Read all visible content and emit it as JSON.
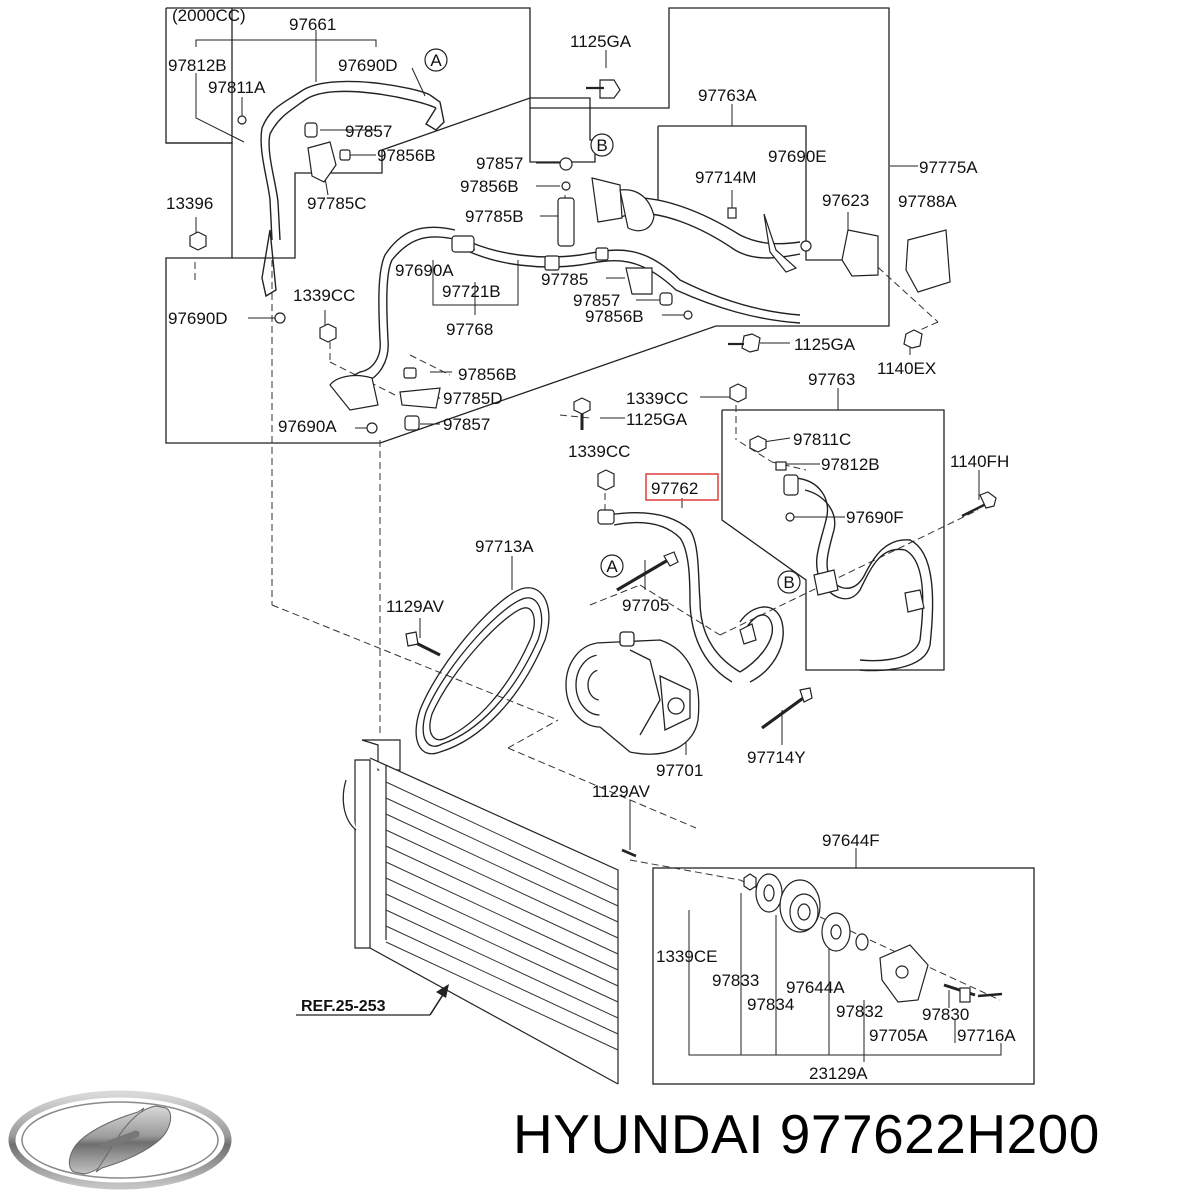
{
  "diagram": {
    "variant_label": "(2000CC)",
    "highlight_color": "#e34a4a",
    "callouts": {
      "c97661": "97661",
      "c97812B_top": "97812B",
      "c97690D_top": "97690D",
      "c97811A": "97811A",
      "c97857_a": "97857",
      "c97856B_a": "97856B",
      "c97785C": "97785C",
      "c13396": "13396",
      "c97690D_left": "97690D",
      "c1339CC_a": "1339CC",
      "c97690A_a": "97690A",
      "c97721B": "97721B",
      "c97768": "97768",
      "c97856B_b": "97856B",
      "c97785D": "97785D",
      "c97857_b": "97857",
      "c97690A_b": "97690A",
      "c1125GA_top": "1125GA",
      "c97763A": "97763A",
      "c97690E": "97690E",
      "c97714M": "97714M",
      "c97857_c": "97857",
      "c97856B_c": "97856B",
      "c97785B": "97785B",
      "c97623": "97623",
      "c97775A": "97775A",
      "c97788A": "97788A",
      "c97785": "97785",
      "c97857_d": "97857",
      "c97856B_d": "97856B",
      "c1125GA_mid": "1125GA",
      "c1140EX": "1140EX",
      "c1339CC_b": "1339CC",
      "c1125GA_low": "1125GA",
      "c97763": "97763",
      "c97811C": "97811C",
      "c97812B_right": "97812B",
      "c1339CC_c": "1339CC",
      "c97762": "97762",
      "c1140FH": "1140FH",
      "c97690F": "97690F",
      "c97713A": "97713A",
      "c97705": "97705",
      "c1129AV_a": "1129AV",
      "c97701": "97701",
      "c97714Y": "97714Y",
      "c1129AV_b": "1129AV",
      "c97644F": "97644F",
      "c1339CE": "1339CE",
      "c97833": "97833",
      "c97834": "97834",
      "c97644A": "97644A",
      "c97832": "97832",
      "c97830": "97830",
      "c97705A": "97705A",
      "c97716A": "97716A",
      "c23129A": "23129A"
    },
    "connector_letters": {
      "a_top": "A",
      "b_top": "B",
      "a_low": "A",
      "b_low": "B"
    },
    "reference": "REF.25-253"
  },
  "brand": {
    "name_and_part": "HYUNDAI 977622H200",
    "logo_icon": "hyundai-logo-icon"
  }
}
